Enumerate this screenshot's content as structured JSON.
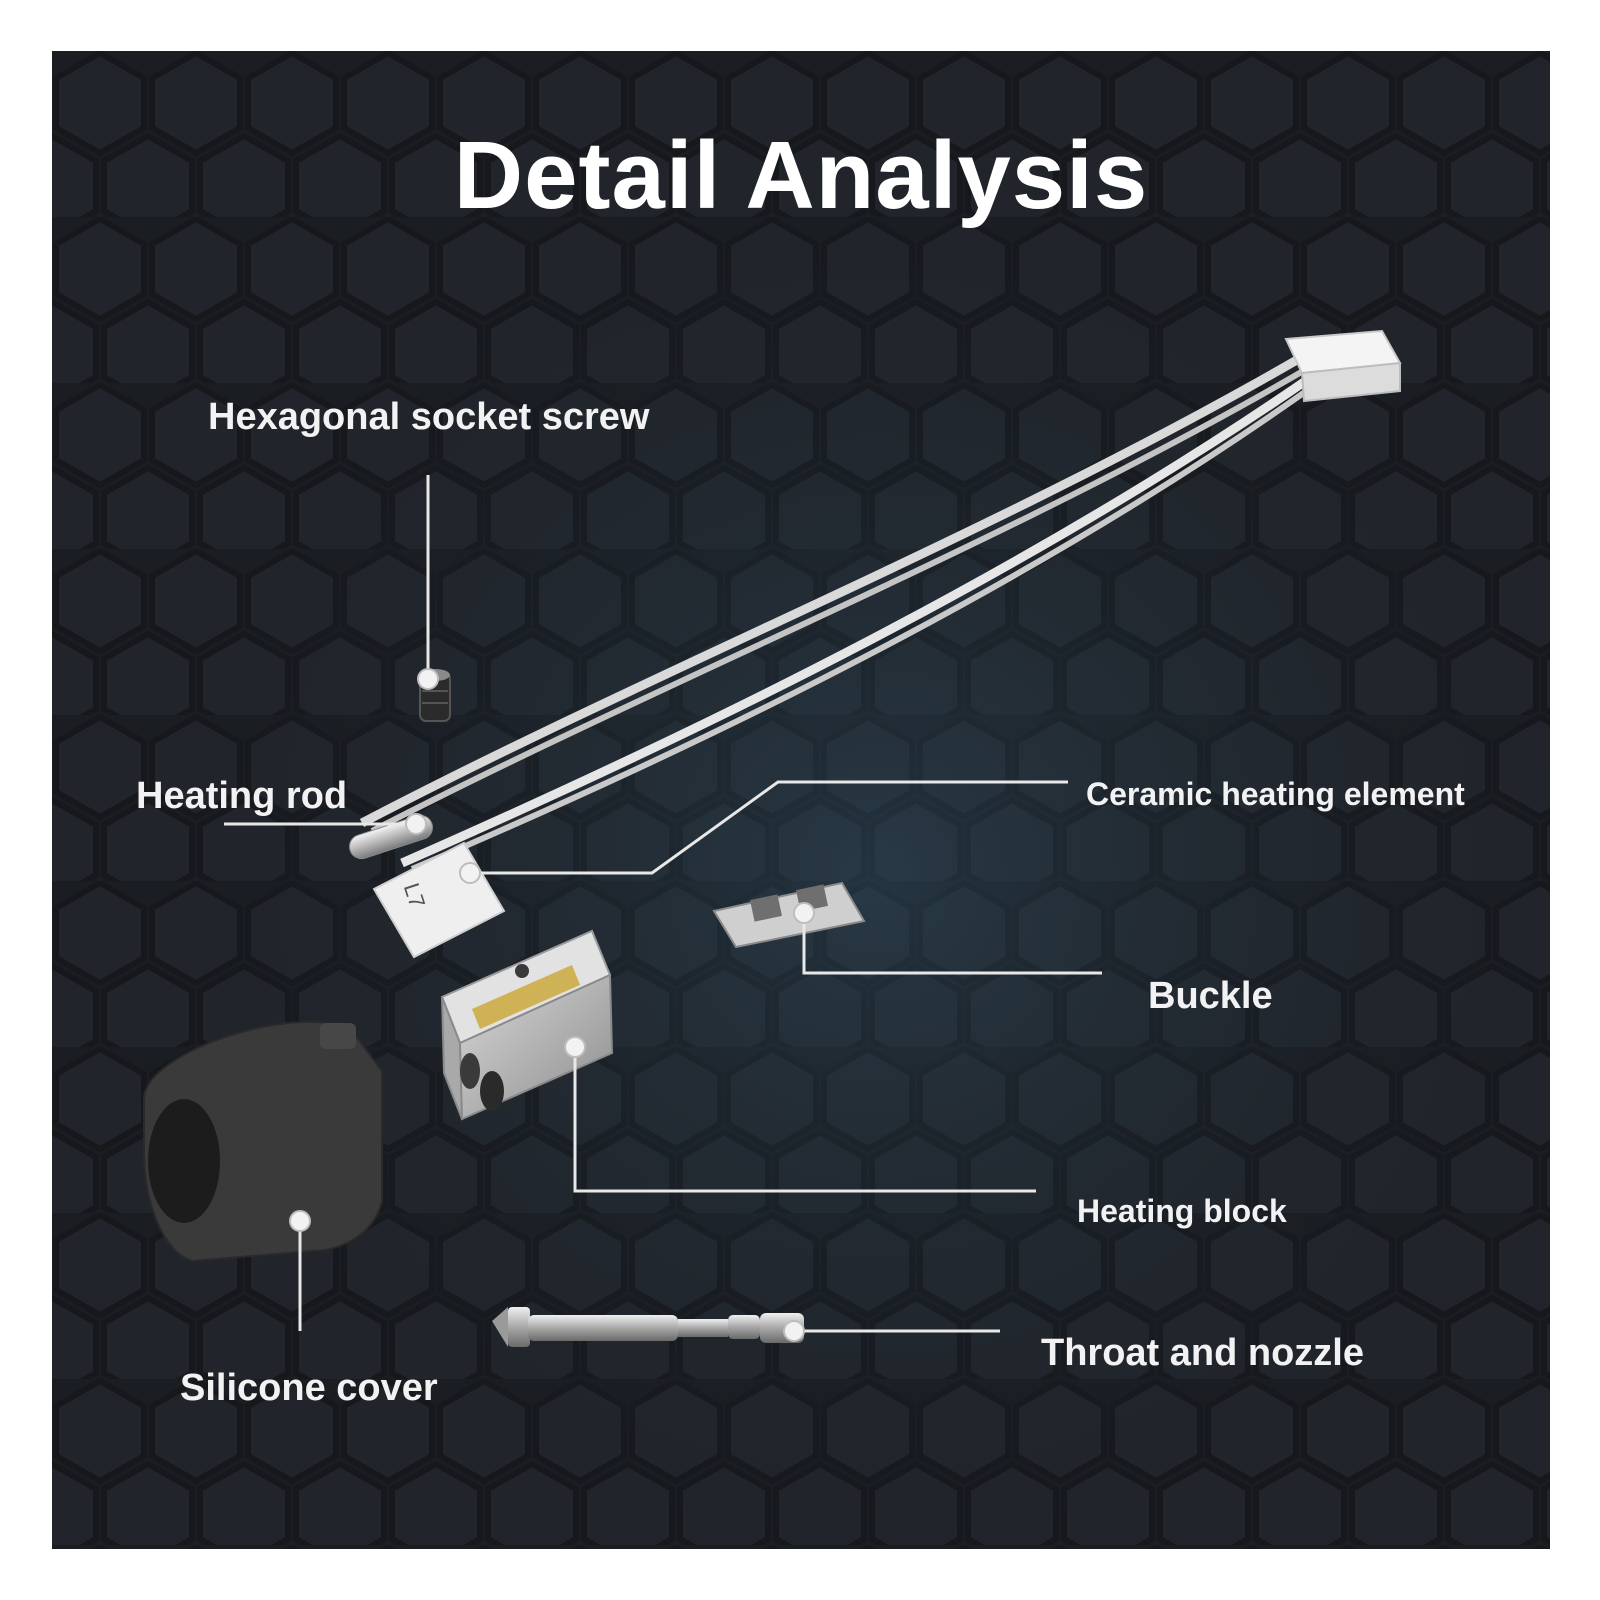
{
  "title": "Detail Analysis",
  "labels": {
    "hex_screw": "Hexagonal socket screw",
    "heating_rod": "Heating rod",
    "ceramic_element": "Ceramic heating element",
    "buckle": "Buckle",
    "heating_block": "Heating block",
    "throat_nozzle": "Throat and nozzle",
    "silicone_cover": "Silicone cover"
  },
  "colors": {
    "background": "#1a1d22",
    "text": "#ffffff",
    "leader_line": "#e8e8e8"
  }
}
